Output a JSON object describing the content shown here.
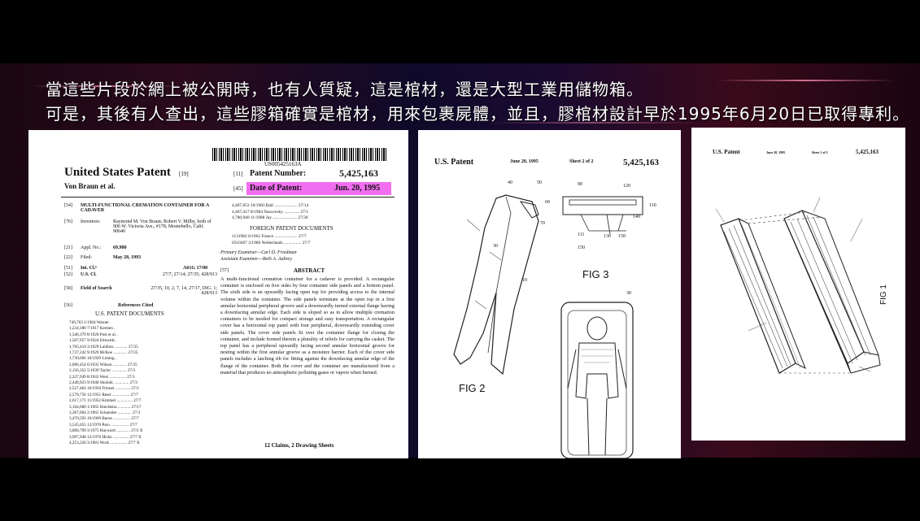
{
  "subtitles": {
    "line1": "當這些片段於網上被公開時，也有人質疑，這是棺材，還是大型工業用儲物箱。",
    "line2": "可是，其後有人查出，這些膠箱確實是棺材，用來包裹屍體，並且，膠棺材設計早於1995年6月20日已取得專利。"
  },
  "patent_page1": {
    "barcode_number": "US005425163A",
    "title": "United States Patent",
    "title_ref": "[19]",
    "inventor_short": "Von Braun et al.",
    "patent_number_code": "[11]",
    "patent_number_label": "Patent Number:",
    "patent_number": "5,425,163",
    "date_code": "[45]",
    "date_label": "Date of Patent:",
    "date": "Jun. 20, 1995",
    "field54_code": "[54]",
    "field54": "MULTI-FUNCTIONAL CREMATION CONTAINER FOR A CADAVER",
    "field76_code": "[76]",
    "field76_label": "Inventors:",
    "field76": "Raymond M. Von Braun; Robert V. Milby, both of 906 W. Victoria Ave., #178, Montebello, Calif. 90640",
    "field21_code": "[21]",
    "field21_label": "Appl. No.:",
    "field21": "69,980",
    "field22_code": "[22]",
    "field22_label": "Filed:",
    "field22": "May 28, 1993",
    "field51_code": "[51]",
    "field51_label": "Int. Cl.⁶",
    "field51": "A61G 17/00",
    "field52_code": "[52]",
    "field52_label": "U.S. Cl.",
    "field52": "27/7; 27/14; 27/35; 428/913",
    "field58_code": "[58]",
    "field58_label": "Field of Search",
    "field58": "27/35, 10, 2, 7, 14, 27/17, DIG. 1; 428/913",
    "field56_code": "[56]",
    "references_heading": "References Cited",
    "us_docs_heading": "U.S. PATENT DOCUMENTS",
    "foreign_heading": "FOREIGN PATENT DOCUMENTS",
    "examiner1": "Primary Examiner—Carl D. Friedman",
    "examiner2": "Assistant Examiner—Beth A. Aubrey",
    "abstract_code": "[57]",
    "abstract_heading": "ABSTRACT",
    "abstract": "A multi-functional cremation container for a cadaver is provided. A rectangular container is enclosed on five sides by four container side panels and a bottom panel. The sixth side is an upwardly facing open top for providing access to the internal volume within the container. The side panels terminate at the open top in a first annular horizontal peripheral groove and a downwardly turned external flange having a downfacing annular edge. Each side is sloped so as to allow multiple cremation containers to be nestled for compact storage and easy transportation. A rectangular cover has a horizontal top panel with four peripheral, downwardly extending cover side panels. The cover side panels fit over the container flange for closing the container, and include formed therein a plurality of reliefs for carrying the casket. The top panel has a peripheral upwardly facing second annular horizontal groove for nesting within the first annular groove as a moisture barrier. Each of the cover side panels includes a latching rib for fitting against the downfacing annular edge of the flange of the container. Both the cover and the container are manufactured from a material that produces no atmospheric polluting gases or vapors when burned.",
    "claims": "12 Claims, 2 Drawing Sheets",
    "top_refs": [
      "4,407,053 10/1983 Ball ..................... 27/14",
      "4,467,417 8/1984 Nascovsky .............. 27/1",
      "4,780,940 11/1988 Jay ...................... 27/28"
    ],
    "foreign_refs": [
      "1131982 6/1962 France ..................... 27/7",
      "6510367 2/1966 Netherlands ................ 27/7"
    ],
    "us_refs": [
      "749,763 1/1904 Warner .",
      "1,234,180 7/1917 Kersten .",
      "1,346,379 8/1920 Post et al. .",
      "1,507,957 9/1924 Edwards .",
      "1,705,410 3/1929 Laidlaw ............ 27/35",
      "1,727,242 9/1929 McKee ............. 27/35",
      "1,730,666 10/1929 Liming .",
      "2,006,454 6/1935 Wilson ............. 27/35",
      "2,156,352 5/1939 Taylor .............. 27/3",
      "2,327,949 8/1943 West ................ 27/3",
      "2,448,923 9/1948 Skolnik .............. 27/3",
      "2,527,464 10/1950 Trinner .............. 27/3",
      "2,579,756 12/1951 Reed ................. 27/7",
      "2,617,171 11/1952 Kimmel ............... 27/7",
      "3,164,680 1/1965 Hutchkiss ............ 27/17",
      "3,367,004 2/1965 Schneider ............. 27/3",
      "3,470,593 10/1969 Baron ................ 27/7",
      "3,545,055 12/1970 Paro ................. 27/7",
      "3,868,799 3/1975 Hayward ............. 27/2 X",
      "3,997,948 12/1976 Hicks ............... 27/7 X",
      "4,253,220 3/1981 Work ................ 27/7 X"
    ]
  },
  "patent_page2": {
    "header_left": "U.S. Patent",
    "header_date": "June 20, 1995",
    "header_sheet": "Sheet 2 of 2",
    "header_number": "5,425,163",
    "fig2_label": "FIG 2",
    "fig3_label": "FIG 3",
    "refs": {
      "r40": "40",
      "r50": "50",
      "r60": "60",
      "r70": "70",
      "r30a": "30",
      "r10": "10",
      "r90": "90",
      "r120": "120",
      "r110": "110",
      "r140": "140",
      "r111": "111",
      "r130": "130",
      "r150": "150",
      "r150b": "150",
      "r30b": "30"
    }
  },
  "patent_page3": {
    "header_left": "U.S. Patent",
    "header_date": "June 20, 1995",
    "header_sheet": "Sheet 1 of 2",
    "header_number": "5,425,163",
    "fig1_label": "FIG 1"
  },
  "colors": {
    "highlight": "#f26ef0",
    "background": "#000000"
  }
}
